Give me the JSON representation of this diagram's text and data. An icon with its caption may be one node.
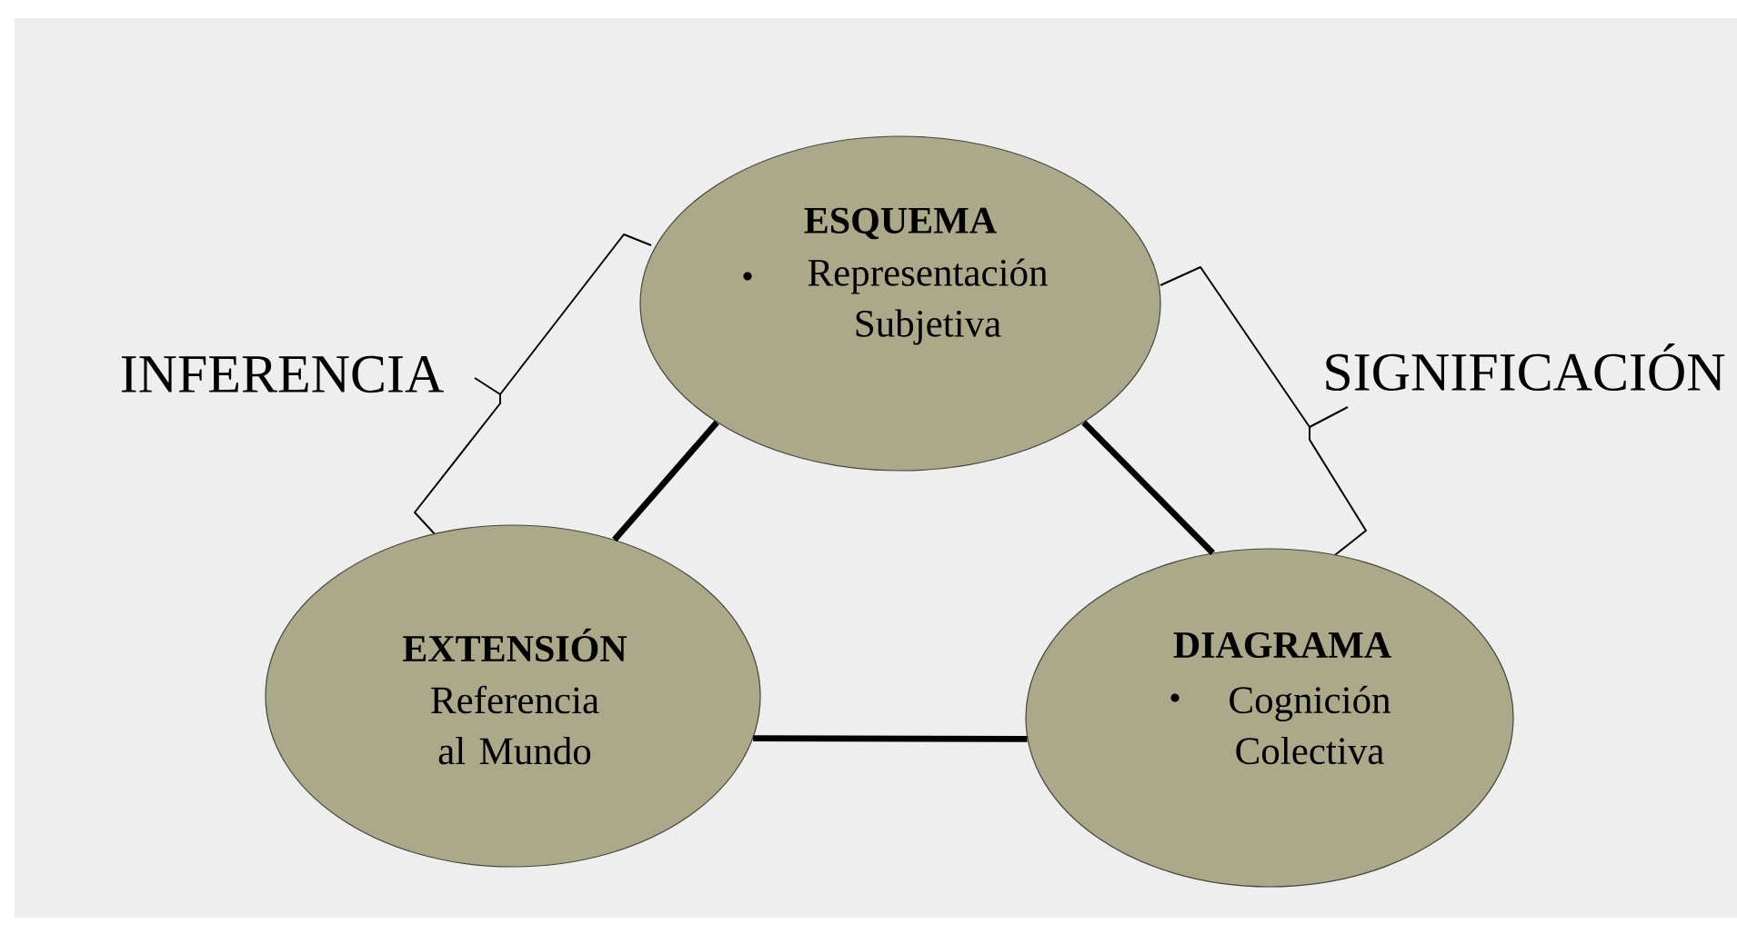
{
  "diagram": {
    "nodes": [
      {
        "text": [
          "ESQUEMA",
          "Representación Subjetiva"
        ]
      },
      {
        "text": [
          "EXTENSIÓN",
          "Referencia al Mundo"
        ]
      },
      {
        "text": [
          "DIAGRAMA",
          "Cognición Colectiva"
        ]
      }
    ],
    "edges": [
      {
        "from": 0,
        "to": 1,
        "arrow": "none"
      },
      {
        "from": 0,
        "to": 2,
        "arrow": "none"
      },
      {
        "from": 1,
        "to": 2,
        "arrow": "none"
      }
    ],
    "labels": [
      "INFERENCIA",
      "SIGNIFICACIÓN"
    ]
  }
}
